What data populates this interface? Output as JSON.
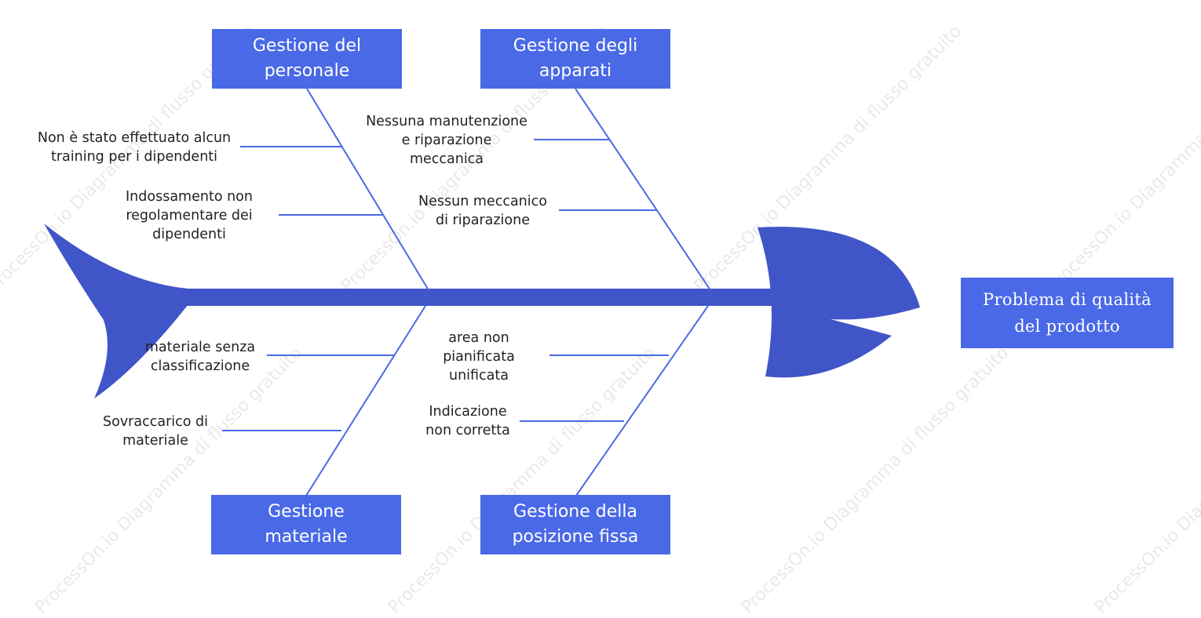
{
  "categories": {
    "top_left": "Gestione del\npersonale",
    "top_right": "Gestione degli\napparati",
    "bottom_left": "Gestione\nmateriale",
    "bottom_right": "Gestione della\nposizione fissa"
  },
  "result": "Problema di qualità\ndel prodotto",
  "causes": {
    "top_left_1": "Non è stato effettuato alcun\ntraining per i dipendenti",
    "top_left_2": "Indossamento non\nregolamentare dei\ndipendenti",
    "top_right_1": "Nessuna manutenzione\ne riparazione\nmeccanica",
    "top_right_2": "Nessun meccanico\ndi riparazione",
    "bottom_left_1": "materiale senza\nclassificazione",
    "bottom_left_2": "Sovraccarico di\nmateriale",
    "bottom_right_1": "area non\npianificata\nunificata",
    "bottom_right_2": "Indicazione\nnon corretta"
  },
  "watermark": "ProcessOn.io Diagramma di flusso gratuito",
  "colors": {
    "box": "#4a69e6",
    "fish": "#4055c8",
    "line": "#4a69e6"
  }
}
